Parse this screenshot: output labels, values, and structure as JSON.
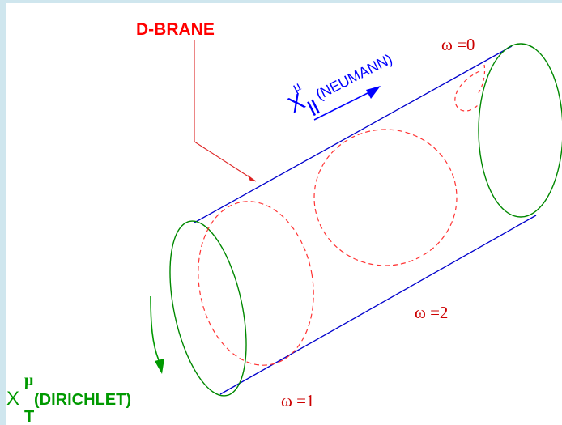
{
  "labels": {
    "dbrane": "D-BRANE",
    "neumann_x": "X",
    "neumann_mu": "μ",
    "neumann_sub": "||",
    "neumann_text": "(NEUMANN)",
    "omega0": "ω =0",
    "omega2": "ω =2",
    "omega1": "ω =1",
    "dirichlet_x": "X",
    "dirichlet_mu": "μ",
    "dirichlet_sub": "T",
    "dirichlet_text": "(DIRICHLET)"
  },
  "colors": {
    "background": "#cfe6ee",
    "panel": "#ffffff",
    "dbrane_red": "#ff0000",
    "neumann_blue": "#0000ff",
    "dirichlet_green": "#009900",
    "omega_red": "#cc0000",
    "loop_red": "#ff3333",
    "cylinder_green": "#008800"
  },
  "icons": {
    "neumann_arrow": "arrow-right-icon",
    "dirichlet_arrow": "arrow-down-icon"
  }
}
